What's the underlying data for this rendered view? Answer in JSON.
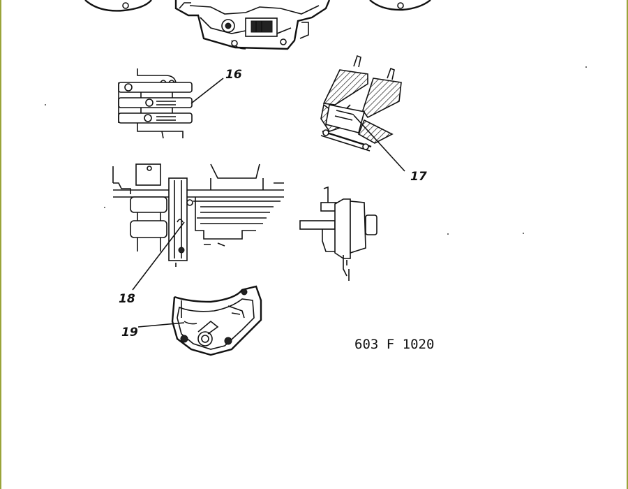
{
  "colors": {
    "frame": "#9aa43a",
    "ink": "#111111",
    "paper": "#ffffff"
  },
  "diagram": {
    "callouts": {
      "c16": "16",
      "c17": "17",
      "c18": "18",
      "c19": "19"
    },
    "figure_code": "603 F 1020"
  }
}
